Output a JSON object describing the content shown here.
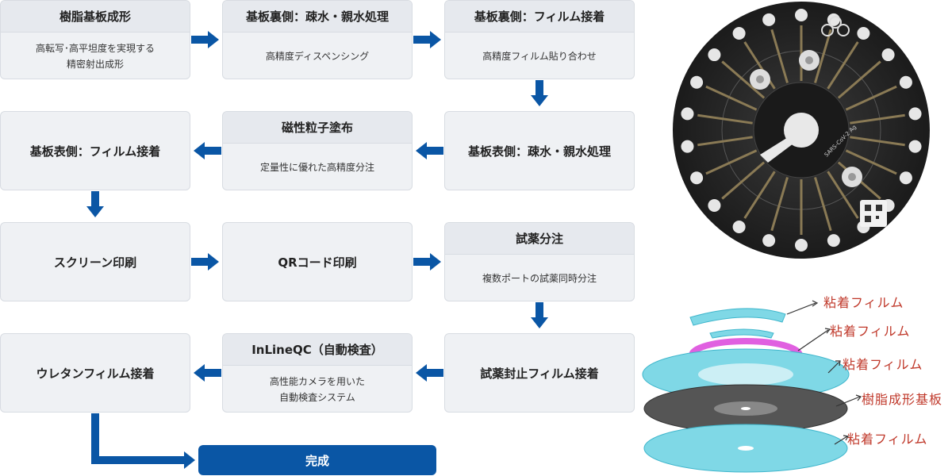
{
  "steps": {
    "s1": {
      "title": "樹脂基板成形",
      "desc": "高転写･高平坦度を実現する\n精密射出成形"
    },
    "s2": {
      "title": "基板裏側：疎水・親水処理",
      "desc": "高精度ディスペンシング"
    },
    "s3": {
      "title": "基板裏側：フィルム接着",
      "desc": "高精度フィルム貼り合わせ"
    },
    "s4": {
      "title": "基板表側：疎水・親水処理"
    },
    "s5": {
      "title": "磁性粒子塗布",
      "desc": "定量性に優れた高精度分注"
    },
    "s6": {
      "title": "基板表側：フィルム接着"
    },
    "s7": {
      "title": "スクリーン印刷"
    },
    "s8": {
      "title": "QRコード印刷"
    },
    "s9": {
      "title": "試薬分注",
      "desc": "複数ポートの試薬同時分注"
    },
    "s10": {
      "title": "試薬封止フィルム接着"
    },
    "s11": {
      "title": "InLineQC（自動検査）",
      "desc": "高性能カメラを用いた\n自動検査システム"
    },
    "s12": {
      "title": "ウレタンフィルム接着"
    },
    "done": "完成"
  },
  "disc": {
    "text": "SARS-CoV-2 Ag"
  },
  "exploded_labels": [
    "粘着フィルム",
    "粘着フィルム",
    "粘着フィルム",
    "樹脂成形基板",
    "粘着フィルム"
  ],
  "colors": {
    "arrow": "#0a56a5",
    "box": "#eff1f4",
    "done": "#0a56a5",
    "label": "#c0392b",
    "film": "#7fd8e6",
    "magenta": "#e060e0"
  }
}
